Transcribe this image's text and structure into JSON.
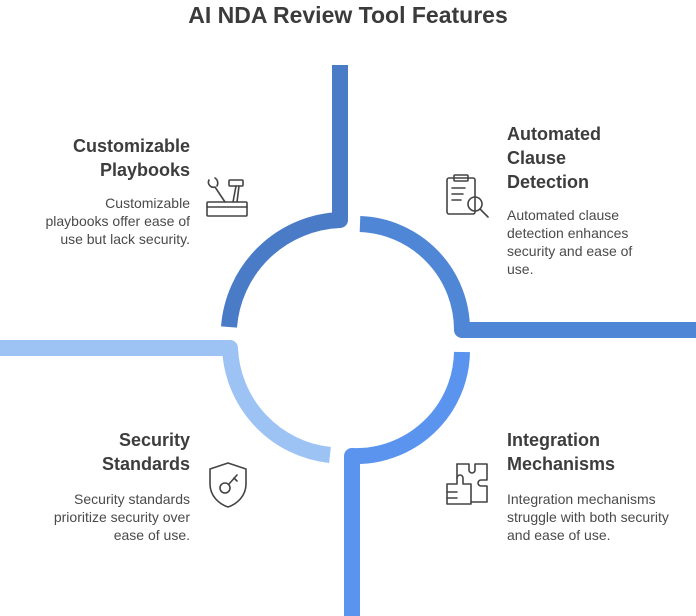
{
  "title": "AI NDA Review Tool Features",
  "colors": {
    "top_right": "#4f86d6",
    "top_left": "#4a7bc7",
    "bottom_left": "#9dc3f5",
    "bottom_right": "#5a94ef",
    "icon_stroke": "#444444"
  },
  "quadrants": [
    {
      "id": "customizable-playbooks",
      "heading": "Customizable\nPlaybooks",
      "description": "Customizable playbooks offer ease of use but lack security.",
      "icon": "tools-icon"
    },
    {
      "id": "automated-clause-detection",
      "heading": "Automated\nClause\nDetection",
      "description": "Automated clause detection enhances security and ease of use.",
      "icon": "clipboard-search-icon"
    },
    {
      "id": "security-standards",
      "heading": "Security\nStandards",
      "description": "Security standards prioritize security over ease of use.",
      "icon": "shield-key-icon"
    },
    {
      "id": "integration-mechanisms",
      "heading": "Integration\nMechanisms",
      "description": "Integration mechanisms struggle with both security and ease of use.",
      "icon": "puzzle-icon"
    }
  ]
}
